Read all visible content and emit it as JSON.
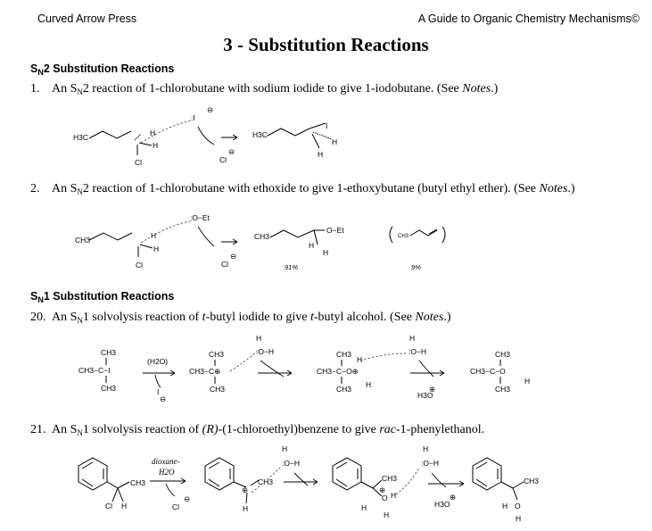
{
  "header": {
    "left": "Curved Arrow Press",
    "right": "A Guide to Organic Chemistry Mechanisms©"
  },
  "title": "3 - Substitution Reactions",
  "sections": {
    "sn2": {
      "prefix": "S",
      "sub": "N",
      "rest": "2 Substitution Reactions"
    },
    "sn1": {
      "prefix": "S",
      "sub": "N",
      "rest": "1 Substitution Reactions"
    }
  },
  "items": {
    "r1": {
      "num": "1.",
      "a": "An S",
      "sub": "N",
      "b": "2 reaction of 1-chlorobutane with sodium iodide to give 1-iodobutane. (See ",
      "notes": "Notes",
      "c": ".)"
    },
    "r2": {
      "num": "2.",
      "a": "An S",
      "sub": "N",
      "b": "2 reaction of 1-chlorobutane with ethoxide to give 1-ethoxybutane (butyl ethyl ether). (See ",
      "notes": "Notes",
      "c": ".)"
    },
    "r20": {
      "num": "20.",
      "a": "An S",
      "sub": "N",
      "b": "1 solvolysis reaction of ",
      "t": "t",
      "c": "-butyl iodide to give ",
      "t2": "t",
      "d": "-butyl alcohol. (See ",
      "notes": "Notes",
      "e": ".)"
    },
    "r21": {
      "num": "21.",
      "a": "An S",
      "sub": "N",
      "b": "1 solvolysis reaction of ",
      "r": "(R)",
      "c": "-(1-chloroethyl)benzene to give ",
      "rac": "rac",
      "d": "-1-phenylethanol."
    }
  },
  "scheme1": {
    "h3c": "H3C",
    "h": "H",
    "cl": "Cl",
    "nuc": ":I",
    "minus": "⊖",
    "i": "I",
    "h_prod": "H",
    "h3c_prod": "H3C",
    "cl_leave": "Cl"
  },
  "scheme2": {
    "ch3": "CH3",
    "h": "H",
    "cl": "Cl",
    "nuc": ":O−Et",
    "oet": "O−Et",
    "h_prod": "H",
    "ch3_prod": "CH3",
    "yield_main": "91%",
    "alkene": "CH3",
    "yield_side": "9%",
    "cl_leave": "Cl"
  },
  "scheme20": {
    "reactant": "CH3−C−I",
    "ch3": "CH3",
    "water_cond": "(H2O)",
    "i_leave": "I",
    "cation": "CH3−C⊕",
    "water": ":O−H",
    "h": "H",
    "oxonium": "CH3−C−O⊕",
    "product": "CH3−C−O",
    "h3o": "H3O"
  },
  "scheme21": {
    "cond1": "dioxane-",
    "cond2": "H2O",
    "ch3": "CH3",
    "cl": "Cl",
    "h": "H",
    "water": ":O−H",
    "h3o": "H3O",
    "o": "O",
    "plus": "⊕"
  }
}
